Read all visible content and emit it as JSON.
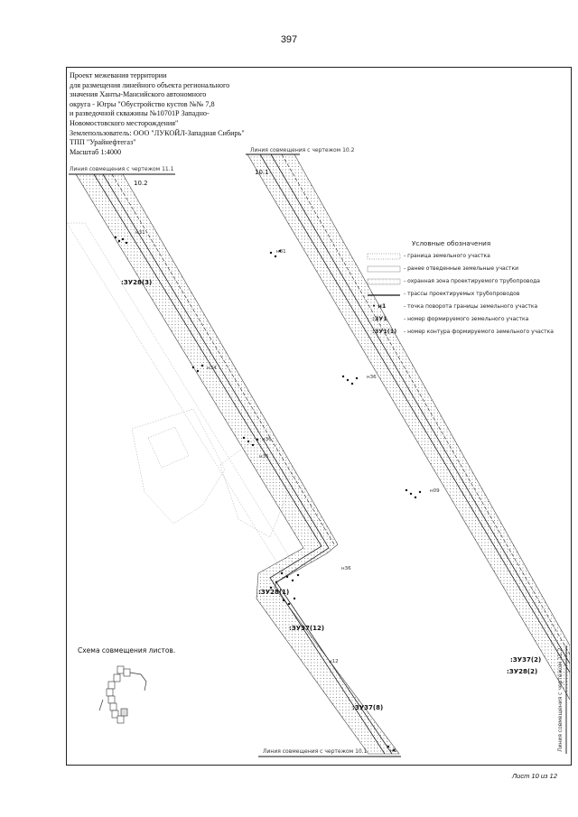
{
  "page_number": "397",
  "title_block": {
    "lines": [
      "Проект межевания территории",
      "для размещения линейного объекта регионального",
      "значения Ханты-Мансийского автономного",
      "округа - Югры \"Обустройство кустов №№ 7,8",
      "и разведочной скважины №10701Р Западно-",
      "Новомостовского месторождения\"",
      "Землепользователь: ООО \"ЛУКОЙЛ-Западная Сибирь\"",
      "ТПП \"Урайнефтегаз\"",
      "Масштаб 1:4000"
    ]
  },
  "match_lines": {
    "top_right": "Линия совмещения с чертежом 10.2",
    "top_left": "Линия совмещения с чертежом 11.1",
    "bottom": "Линия совмещения с чертежом 10.1",
    "right_vertical": "Линия совмещения с чертежом 11.2"
  },
  "sheet_refs": {
    "left": "10.2",
    "right": "10.1"
  },
  "legend": {
    "title": "Условные обозначения",
    "items": [
      {
        "symbol": "dotted-boundary",
        "text": "- граница земельного участка"
      },
      {
        "symbol": "allotted-plot",
        "text": "- ранее отведенные земельные участки"
      },
      {
        "symbol": "protected-zone",
        "text": "- охранная зона проектируемого трубопровода"
      },
      {
        "symbol": "pipeline-route",
        "text": "- трассы проектируемых трубопроводов"
      },
      {
        "symbol": "turn-point",
        "text": "- точка поворота границы земельного участка",
        "code": "• н1"
      },
      {
        "symbol": "plot-number",
        "text": "- номер формируемого земельного участка",
        "code": ":ЗУ1"
      },
      {
        "symbol": "contour-number",
        "text": "- номер контура формируемого земельного участка",
        "code": ":ЗУ1(1)"
      }
    ]
  },
  "plot_labels": [
    ":ЗУ28(3)",
    ":ЗУ28(1)",
    ":ЗУ37(12)",
    ":ЗУ37(8)",
    ":ЗУ37(2)",
    ":ЗУ28(2)"
  ],
  "point_labels": [
    "н31",
    "н31",
    "н34",
    "н36",
    "н36",
    "н35",
    "н09",
    "н36",
    "н12",
    "н1"
  ],
  "inset": {
    "title": "Схема совмещения листов."
  },
  "sheet_label": "Лист 10 из 12",
  "colors": {
    "frame": "#222222",
    "line": "#333333",
    "faint": "#999999"
  }
}
